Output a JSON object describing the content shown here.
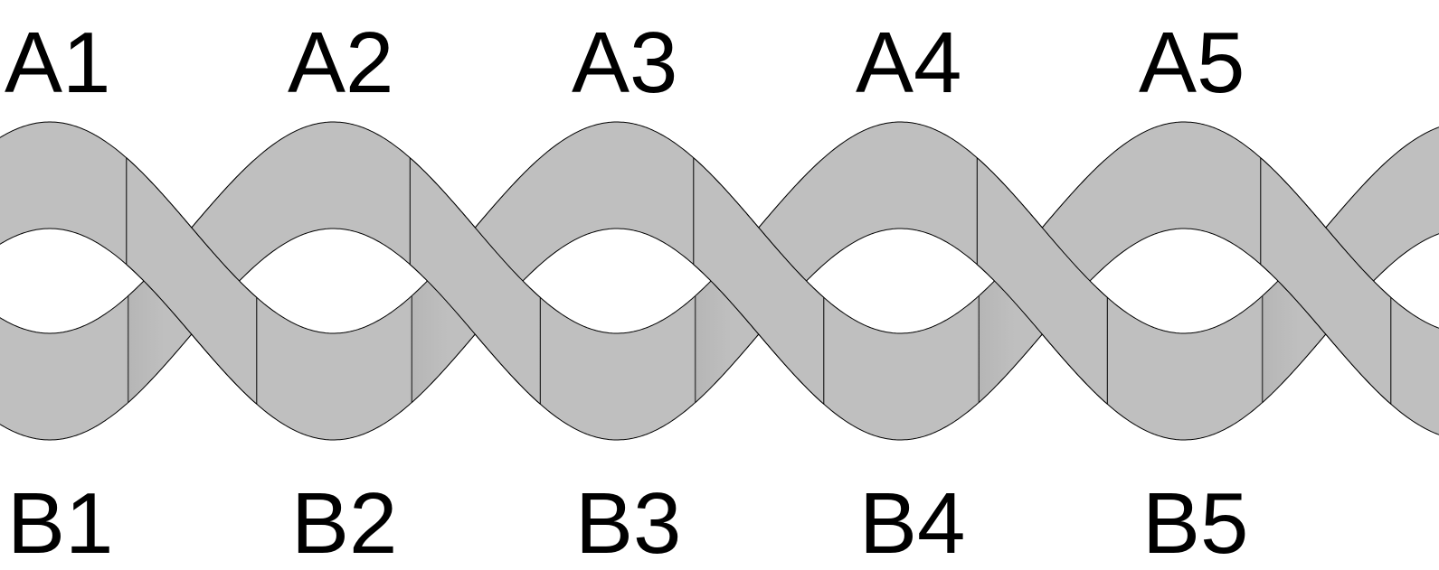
{
  "labels": {
    "top": [
      "A1",
      "A2",
      "A3",
      "A4",
      "A5"
    ],
    "bottom": [
      "B1",
      "B2",
      "B3",
      "B4",
      "B5"
    ]
  },
  "colors": {
    "background": "#ffffff",
    "strand_fill": "#bfbfbf",
    "strand_outline": "#000000",
    "crossing_shadow": "#8c8c8c",
    "label_text": "#000000"
  }
}
